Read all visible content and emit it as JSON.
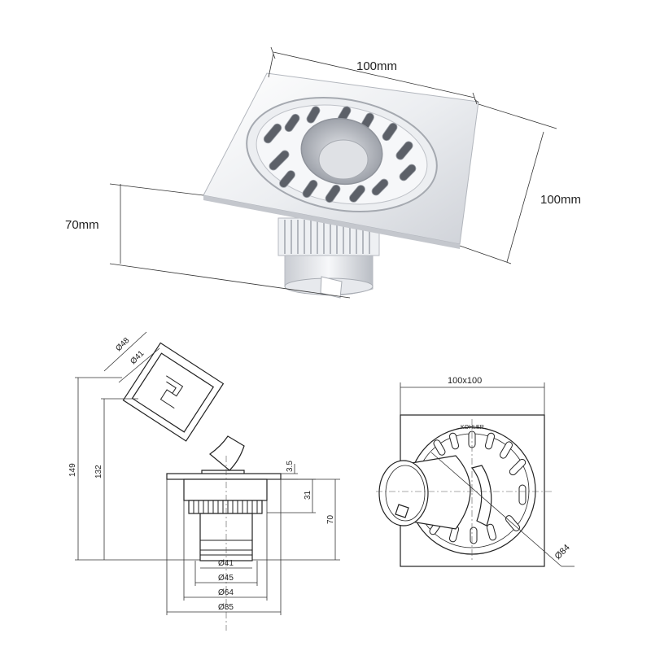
{
  "photo": {
    "width_label": "100mm",
    "depth_label": "100mm",
    "height_label": "70mm"
  },
  "side_view": {
    "dims": {
      "total_height": "149",
      "inner_height": "132",
      "flange": "3.5",
      "collar": "31",
      "body_height": "70",
      "d_tilt_outer": "Ø48",
      "d_tilt_inner": "Ø41",
      "d1": "Ø41",
      "d2": "Ø45",
      "d3": "Ø64",
      "d4": "Ø85"
    }
  },
  "top_view": {
    "size_label": "100x100",
    "brand": "KOHLER",
    "diameter_label": "Ø84"
  },
  "colors": {
    "steel_light": "#f2f3f5",
    "steel_mid": "#d9dbe0",
    "steel_dark": "#8d9199",
    "line": "#222222"
  }
}
